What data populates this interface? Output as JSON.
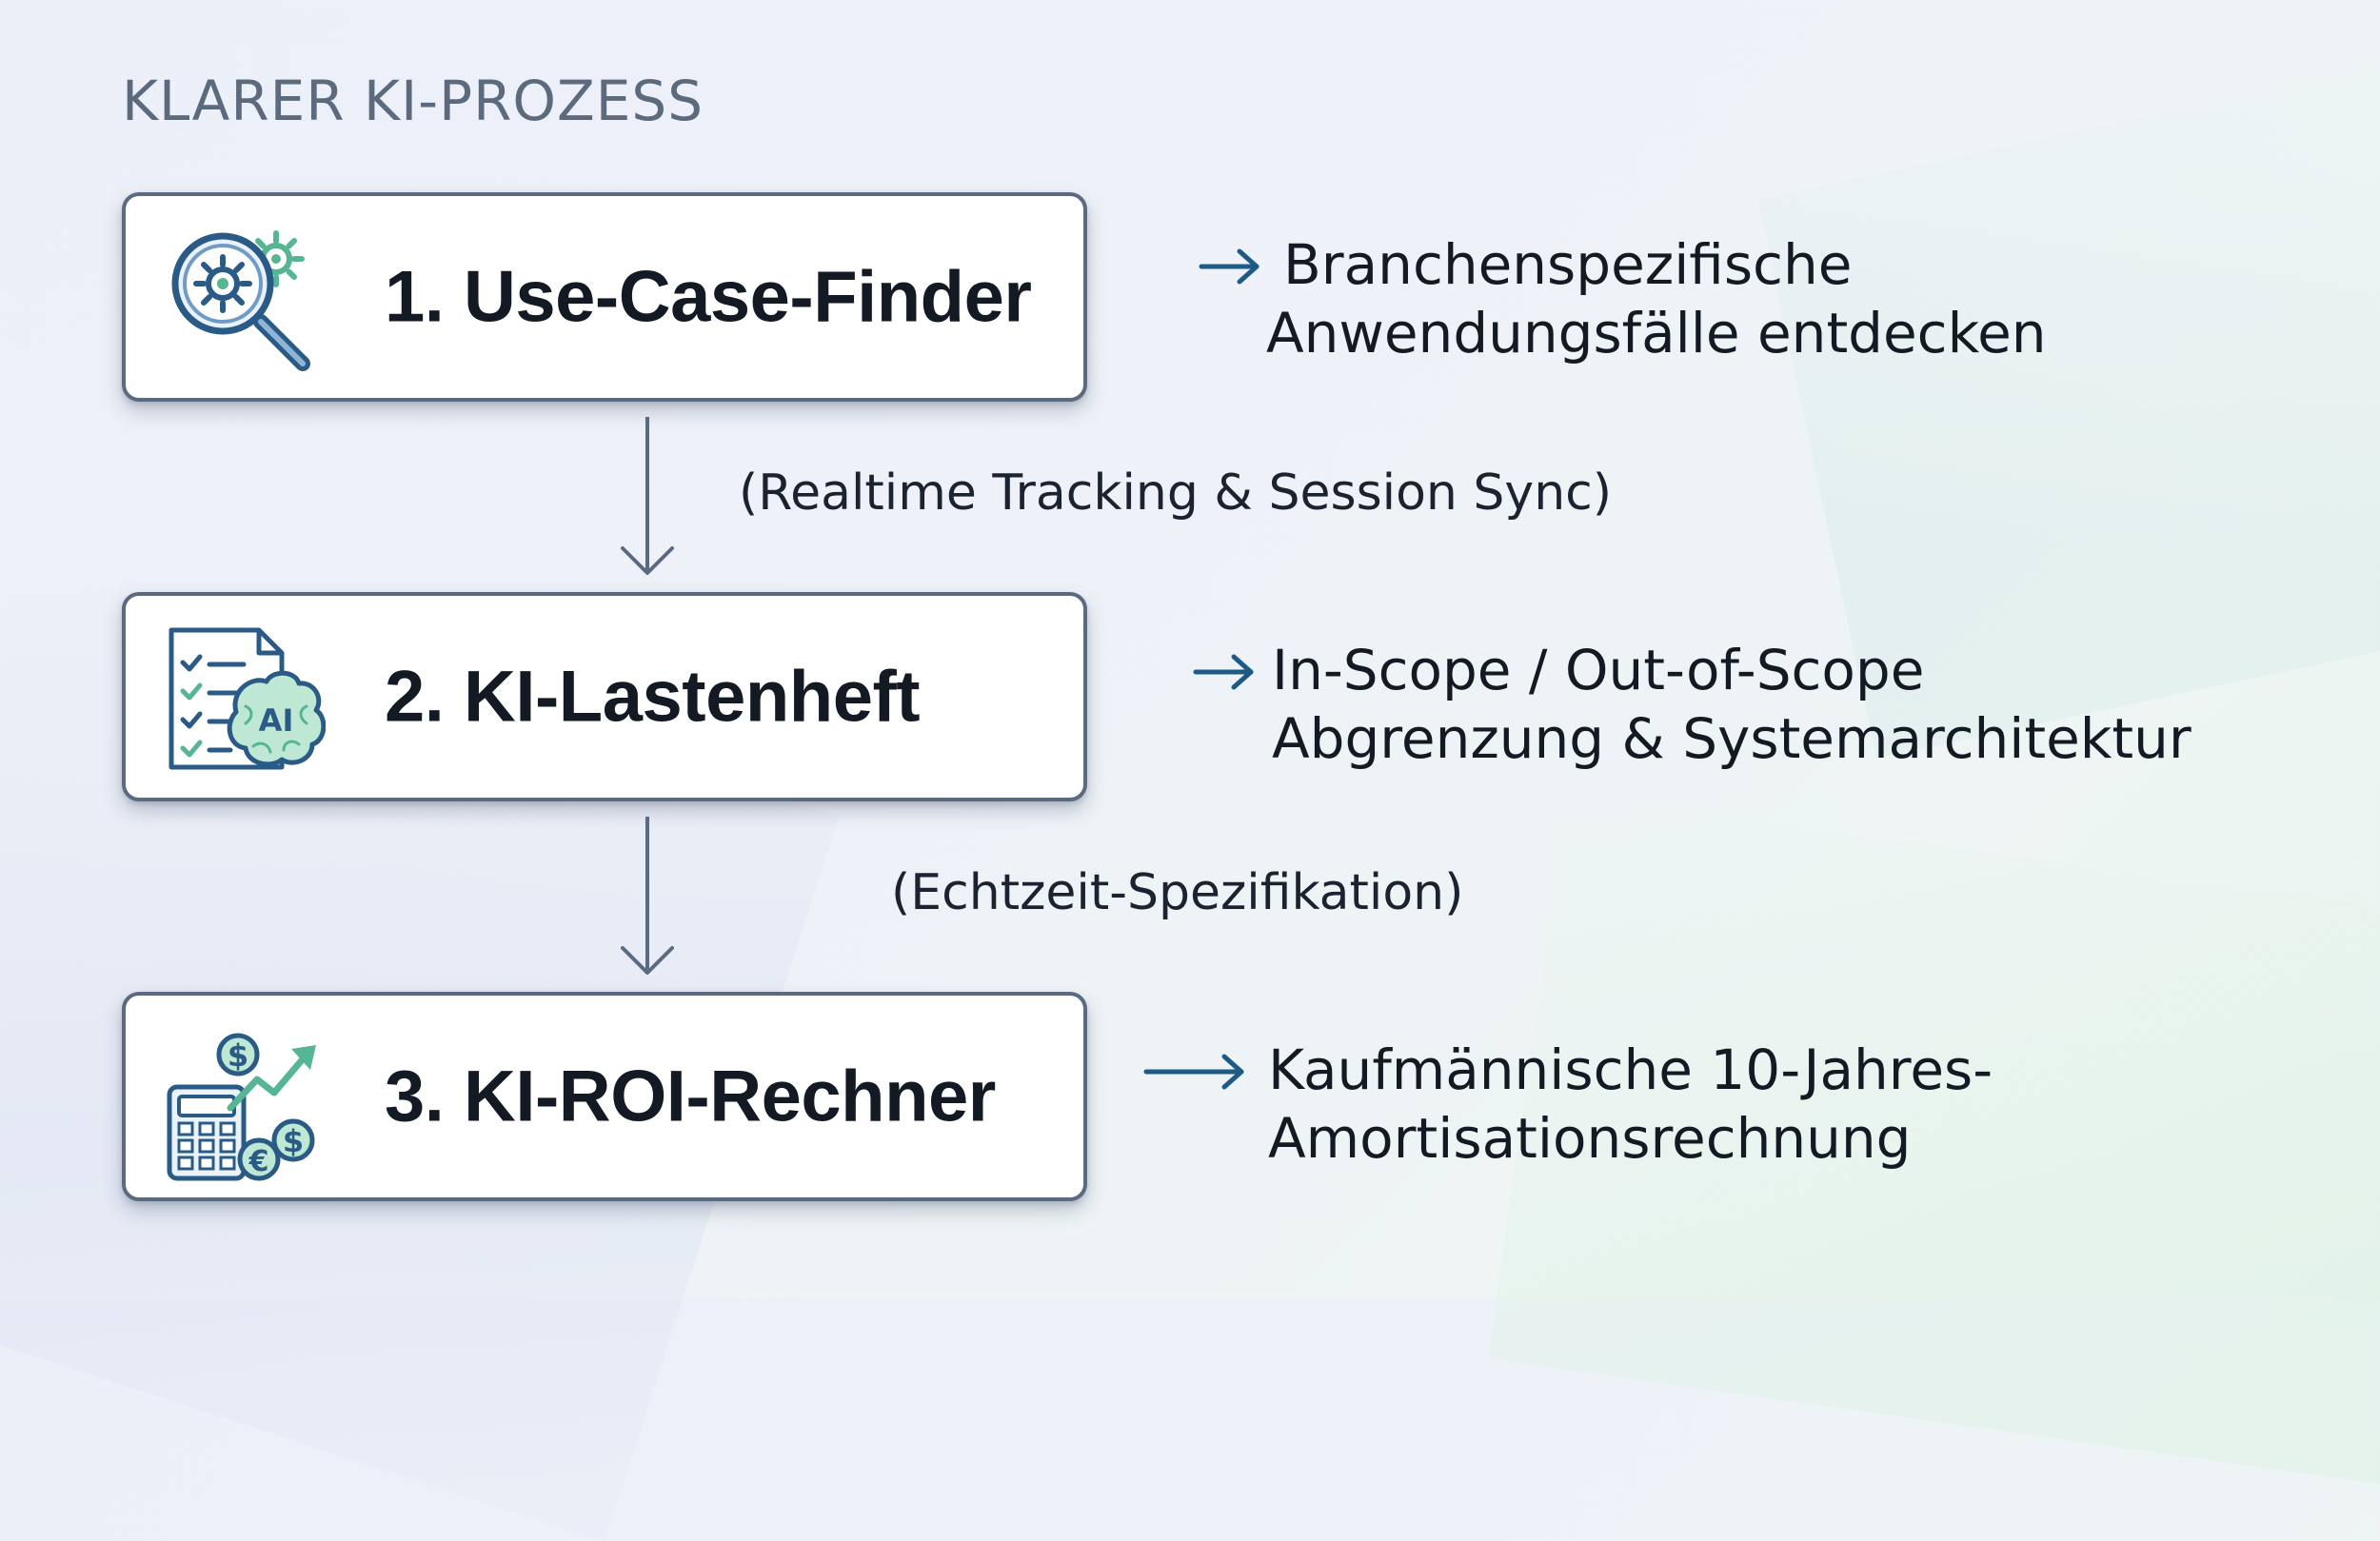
{
  "title": "KLARER KI-PROZESS",
  "steps": [
    {
      "label": "1. Use-Case-Finder",
      "icon": "magnifier-gear-icon",
      "description_line1": "Branchenspezifische",
      "description_line2": "Anwendungsfälle entdecken"
    },
    {
      "label": "2. KI-Lastenheft",
      "icon": "checklist-ai-brain-icon",
      "icon_text": "AI",
      "description_line1": "In-Scope / Out-of-Scope",
      "description_line2": "Abgrenzung & Systemarchitektur"
    },
    {
      "label": "3. KI-ROI-Rechner",
      "icon": "calculator-money-growth-icon",
      "description_line1": "Kaufmännische 10-Jahres-",
      "description_line2": "Amortisationsrechnung"
    }
  ],
  "connectors": [
    {
      "label": "(Realtime Tracking & Session Sync)"
    },
    {
      "label": "(Echtzeit-Spezifikation)"
    }
  ],
  "colors": {
    "border": "#5a6a80",
    "title_text": "#5c6a7e",
    "arrow": "#1e5a86",
    "icon_blue": "#2a5b86",
    "icon_green": "#56b592"
  }
}
